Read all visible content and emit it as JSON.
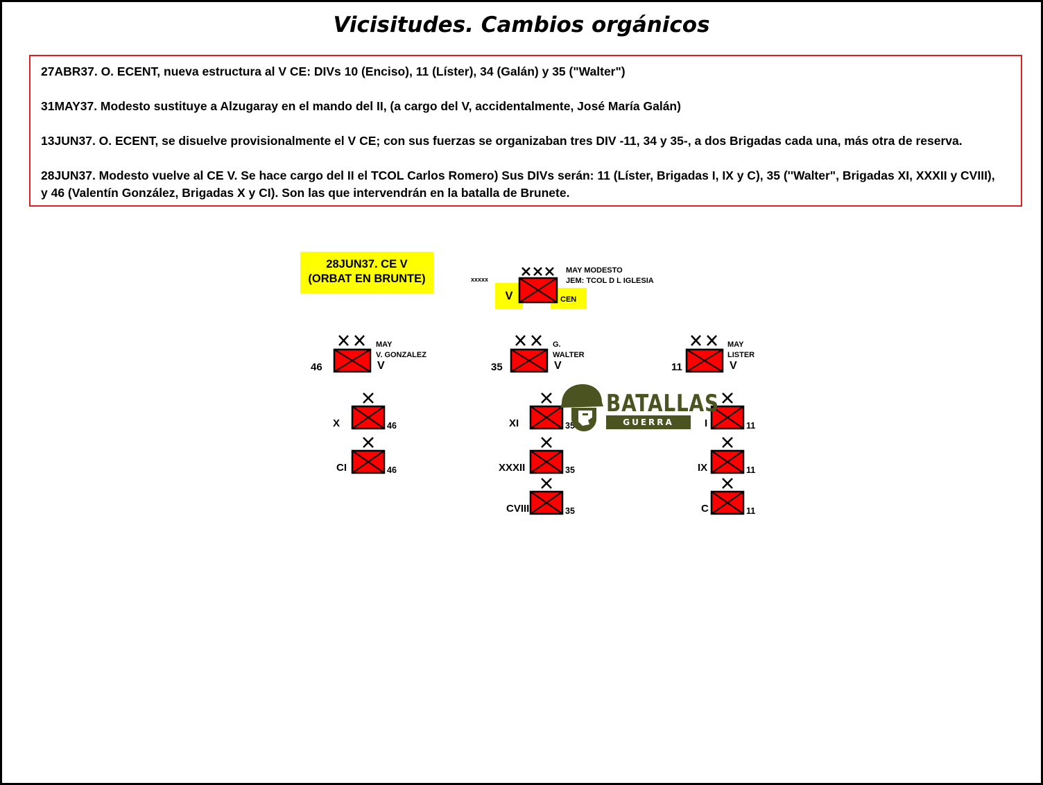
{
  "title": "Vicisitudes. Cambios orgánicos",
  "notes": [
    "27ABR37. O. ECENT, nueva estructura al V CE: DIVs 10 (Enciso), 11 (Líster), 34 (Galán) y 35 (\"Walter\")",
    "31MAY37. Modesto sustituye a Alzugaray en el mando del II, (a cargo del V, accidentalmente, José María Galán)",
    "13JUN37. O. ECENT, se disuelve provisionalmente el V CE;  con sus fuerzas se organizaban tres DIV -11, 34 y 35-, a dos Brigadas cada una, más otra de reserva.",
    "28JUN37. Modesto vuelve al CE V. Se hace cargo del II el TCOL Carlos Romero) Sus DIVs serán: 11 (Líster, Brigadas I, IX y C), 35 (''Walter\", Brigadas XI, XXXII y CVIII), y 46 (Valentín González, Brigadas X y CI). Son las que intervendrán en la batalla de Brunete."
  ],
  "orbat_label": {
    "line1": "28JUN37.  CE V",
    "line2": "(ORBAT EN BRUNTE)"
  },
  "corps": {
    "echelon_mark": "xxxxx",
    "id": "V",
    "tag": "CEN",
    "commander": "MAY MODESTO",
    "chief_of_staff": "JEM: TCOL D L IGLESIA"
  },
  "divisions": [
    {
      "number": "46",
      "parent": "V",
      "commander_line1": "MAY",
      "commander_line2": "V. GONZALEZ"
    },
    {
      "number": "35",
      "parent": "V",
      "commander_line1": "G.",
      "commander_line2": "WALTER"
    },
    {
      "number": "11",
      "parent": "V",
      "commander_line1": "MAY",
      "commander_line2": "LISTER"
    }
  ],
  "brigades": {
    "div46": [
      {
        "id": "X",
        "parent": "46"
      },
      {
        "id": "CI",
        "parent": "46"
      }
    ],
    "div35": [
      {
        "id": "XI",
        "parent": "35"
      },
      {
        "id": "XXXII",
        "parent": "35"
      },
      {
        "id": "CVIII",
        "parent": "35"
      }
    ],
    "div11": [
      {
        "id": "I",
        "parent": "11"
      },
      {
        "id": "IX",
        "parent": "11"
      },
      {
        "id": "C",
        "parent": "11"
      }
    ]
  },
  "logo": {
    "name": "BATALLAS",
    "subtitle": "GUERRA CIVIL"
  },
  "colors": {
    "unit_fill": "#ff0000",
    "highlight": "#ffff00",
    "notes_border": "#e02020",
    "logo_green": "#4b5320"
  }
}
